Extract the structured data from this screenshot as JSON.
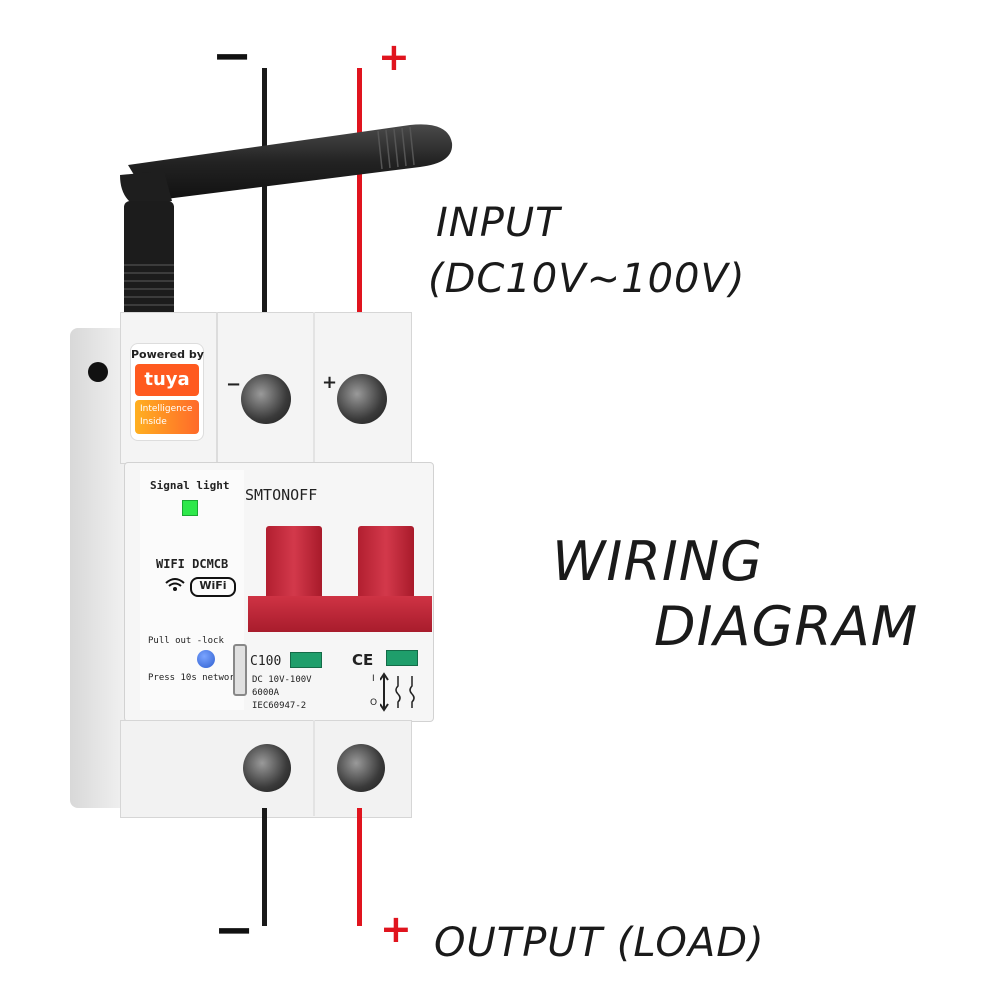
{
  "colors": {
    "negative_wire": "#1a1a1a",
    "positive_wire": "#e0141e",
    "breaker_body": "#f1f1f1",
    "breaker_handle": "#c8283a",
    "tuya_orange": "#ff5a1f",
    "signal_led": "#2ee84a",
    "reset_button": "#3b6fe0",
    "status_window": "#1f9e6b"
  },
  "wiring": {
    "input_label": "INPUT",
    "input_range": "(DC10V~100V)",
    "title_line1": "WIRING",
    "title_line2": "DIAGRAM",
    "output_label": "OUTPUT (LOAD)",
    "top_minus": "−",
    "top_plus": "+",
    "bottom_minus": "−",
    "bottom_plus": "+"
  },
  "device": {
    "tuya_badge": {
      "powered_by": "Powered by",
      "brand": "tuya",
      "tagline_1": "Intelligence",
      "tagline_2": "Inside"
    },
    "terminal_minus": "−",
    "terminal_plus": "+",
    "signal_light": "Signal light",
    "brand": "SMTONOFF",
    "model_line": "WIFI DCMCB",
    "wifi_badge": "WiFi",
    "pull_out_lock": "Pull out -lock",
    "press_network": "Press 10s network",
    "rating": "C100",
    "spec_voltage": "DC 10V-100V",
    "spec_breaking": "6000A",
    "spec_standard": "IEC60947-2",
    "ce_mark": "CE",
    "switch_on": "I",
    "switch_off": "O"
  }
}
